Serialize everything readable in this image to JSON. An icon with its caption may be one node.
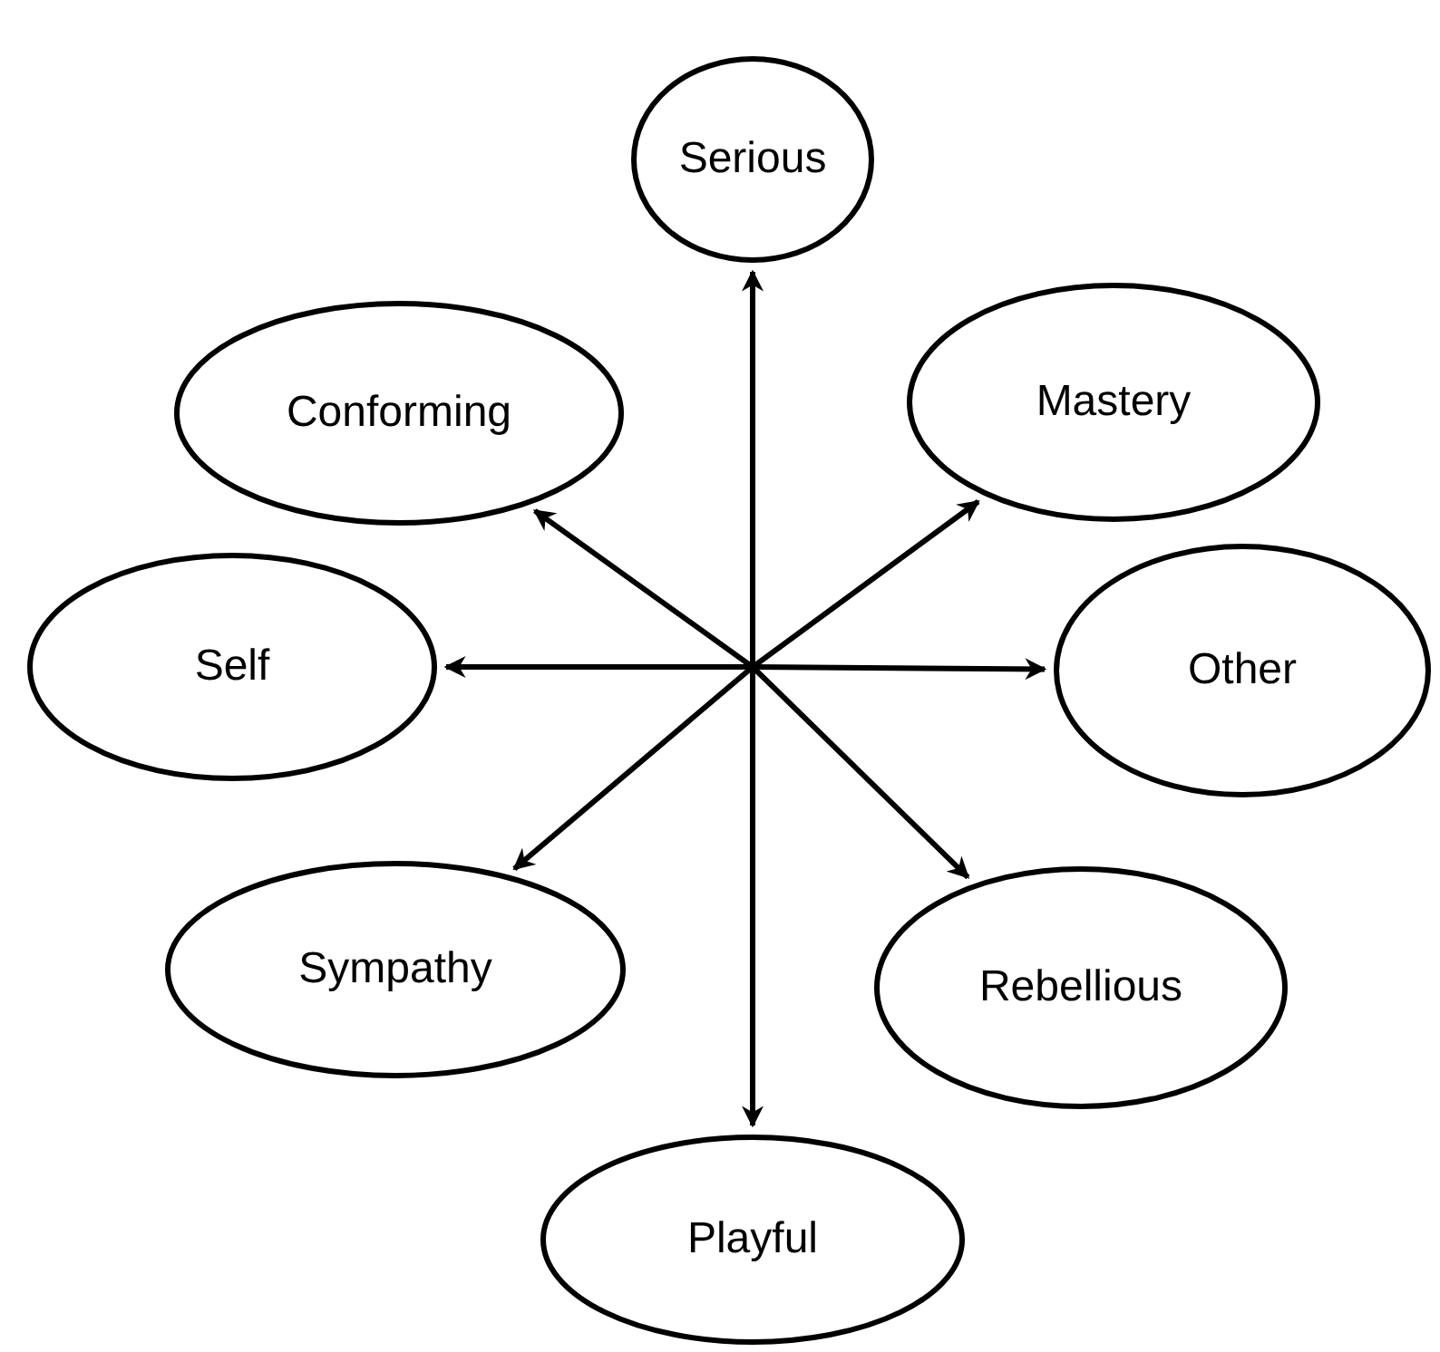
{
  "diagram": {
    "nodes": [
      {
        "text": [
          "Serious"
        ]
      },
      {
        "text": [
          "Conforming"
        ]
      },
      {
        "text": [
          "Mastery"
        ]
      },
      {
        "text": [
          "Self"
        ]
      },
      {
        "text": [
          "Other"
        ]
      },
      {
        "text": [
          "Sympathy"
        ]
      },
      {
        "text": [
          "Rebellious"
        ]
      },
      {
        "text": [
          "Playful"
        ]
      }
    ],
    "edges": [
      {
        "from": 0,
        "to": 7,
        "arrow": "both"
      },
      {
        "from": 3,
        "to": 4,
        "arrow": "both"
      },
      {
        "from": 1,
        "to": 6,
        "arrow": "both"
      },
      {
        "from": 2,
        "to": 5,
        "arrow": "both"
      }
    ]
  }
}
